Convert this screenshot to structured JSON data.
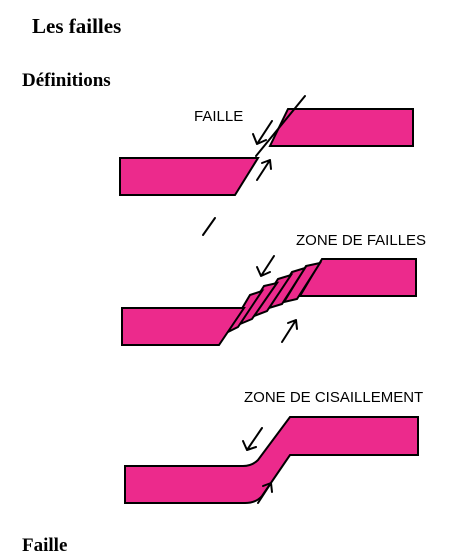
{
  "page": {
    "title": "Les failles",
    "section": "Définitions",
    "next_section": "Faille"
  },
  "diagram": {
    "labels": {
      "fault": "FAILLE",
      "fault_zone": "ZONE DE FAILLES",
      "shear_zone": "ZONE DE CISAILLEMENT"
    },
    "colors": {
      "rock_layer": "#ec2a8c",
      "outline": "#000000"
    }
  }
}
